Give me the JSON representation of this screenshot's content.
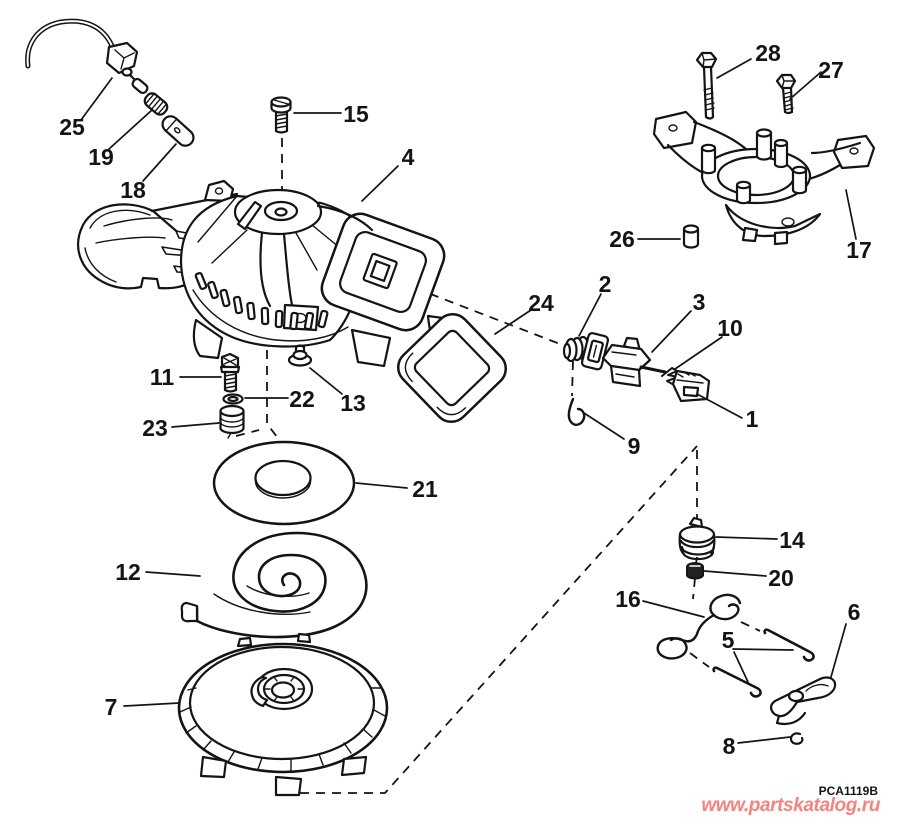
{
  "diagram": {
    "code": "PCA1119B",
    "watermark": "www.partskatalog.ru",
    "colors": {
      "line": "#141414",
      "background": "#ffffff",
      "watermark": "#f5837f"
    },
    "callouts": [
      {
        "number": "25"
      },
      {
        "number": "19"
      },
      {
        "number": "18"
      },
      {
        "number": "15"
      },
      {
        "number": "4"
      },
      {
        "number": "28"
      },
      {
        "number": "27"
      },
      {
        "number": "17"
      },
      {
        "number": "26"
      },
      {
        "number": "24"
      },
      {
        "number": "2"
      },
      {
        "number": "3"
      },
      {
        "number": "10"
      },
      {
        "number": "1"
      },
      {
        "number": "9"
      },
      {
        "number": "11"
      },
      {
        "number": "22"
      },
      {
        "number": "13"
      },
      {
        "number": "23"
      },
      {
        "number": "21"
      },
      {
        "number": "12"
      },
      {
        "number": "7"
      },
      {
        "number": "14"
      },
      {
        "number": "20"
      },
      {
        "number": "16"
      },
      {
        "number": "5"
      },
      {
        "number": "6"
      },
      {
        "number": "8"
      }
    ]
  }
}
